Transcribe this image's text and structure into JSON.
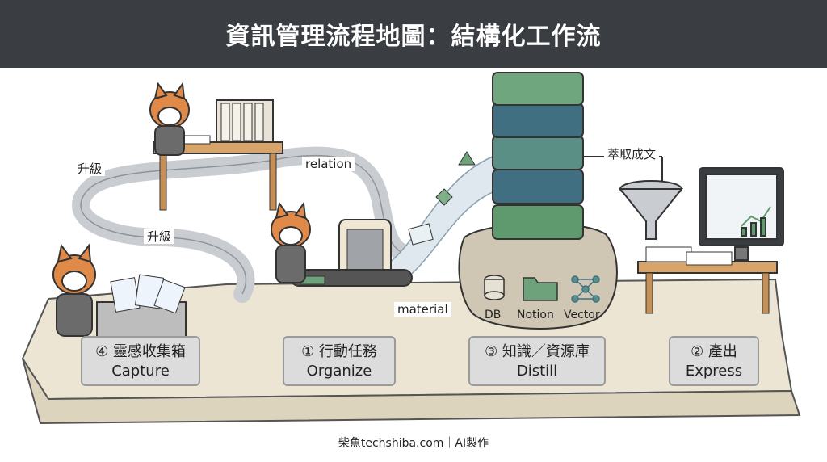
{
  "title": "資訊管理流程地圖：結構化工作流",
  "stages": [
    {
      "zh": "④ 靈感收集箱",
      "en": "Capture"
    },
    {
      "zh": "① 行動任務",
      "en": "Organize"
    },
    {
      "zh": "③ 知識／資源庫",
      "en": "Distill"
    },
    {
      "zh": "② 產出",
      "en": "Express"
    }
  ],
  "flow_labels": {
    "upgrade_top": "升級",
    "upgrade_mid": "升級",
    "relation": "relation",
    "material": "material",
    "extract": "萃取成文"
  },
  "storage_labels": {
    "db": "DB",
    "notion": "Notion",
    "vector": "Vector"
  },
  "footer": "柴魚techshiba.com｜AI製作",
  "colors": {
    "header_bg": "#3a3d42",
    "platform": "#ece5d3",
    "path": "#c9cdd2",
    "block_green": "#5f9a6e",
    "block_teal": "#3f6f80",
    "shiba": "#e08a4a"
  },
  "icons": [
    "database-icon",
    "folder-icon",
    "network-icon",
    "funnel-icon",
    "monitor-icon"
  ]
}
